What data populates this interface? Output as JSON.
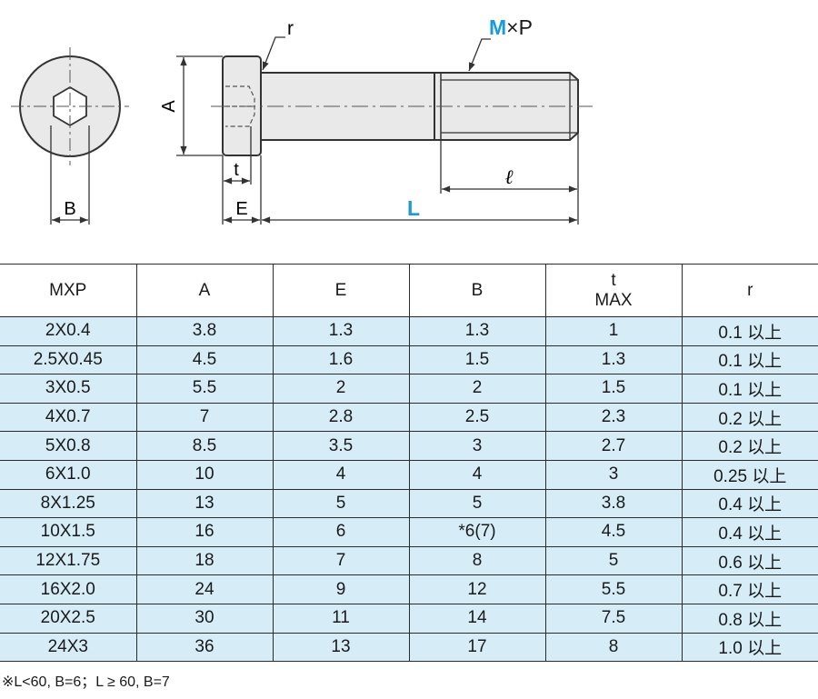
{
  "drawing": {
    "labels": {
      "r": "r",
      "m": "M",
      "times_p": "×P",
      "a": "A",
      "t": "t",
      "e": "E",
      "b": "B",
      "l_small": "ℓ",
      "l_big": "L"
    },
    "colors": {
      "body_fill": "#e9e9e9",
      "outline": "#333333",
      "highlight": "#1a9ad6"
    }
  },
  "table": {
    "headers": [
      {
        "line1": "MXP",
        "line2": ""
      },
      {
        "line1": "A",
        "line2": ""
      },
      {
        "line1": "E",
        "line2": ""
      },
      {
        "line1": "B",
        "line2": ""
      },
      {
        "line1": "t",
        "line2": "MAX"
      },
      {
        "line1": "r",
        "line2": ""
      }
    ],
    "rows": [
      [
        "2X0.4",
        "3.8",
        "1.3",
        "1.3",
        "1",
        "0.1 以上"
      ],
      [
        "2.5X0.45",
        "4.5",
        "1.6",
        "1.5",
        "1.3",
        "0.1 以上"
      ],
      [
        "3X0.5",
        "5.5",
        "2",
        "2",
        "1.5",
        "0.1 以上"
      ],
      [
        "4X0.7",
        "7",
        "2.8",
        "2.5",
        "2.3",
        "0.2 以上"
      ],
      [
        "5X0.8",
        "8.5",
        "3.5",
        "3",
        "2.7",
        "0.2 以上"
      ],
      [
        "6X1.0",
        "10",
        "4",
        "4",
        "3",
        "0.25 以上"
      ],
      [
        "8X1.25",
        "13",
        "5",
        "5",
        "3.8",
        "0.4 以上"
      ],
      [
        "10X1.5",
        "16",
        "6",
        "*6(7)",
        "4.5",
        "0.4 以上"
      ],
      [
        "12X1.75",
        "18",
        "7",
        "8",
        "5",
        "0.6 以上"
      ],
      [
        "16X2.0",
        "24",
        "9",
        "12",
        "5.5",
        "0.7 以上"
      ],
      [
        "20X2.5",
        "30",
        "11",
        "14",
        "7.5",
        "0.8 以上"
      ],
      [
        "24X3",
        "36",
        "13",
        "17",
        "8",
        "1.0 以上"
      ]
    ],
    "row_color": "#d6edf8"
  },
  "footnote": "※L<60, B=6；L ≥ 60, B=7"
}
